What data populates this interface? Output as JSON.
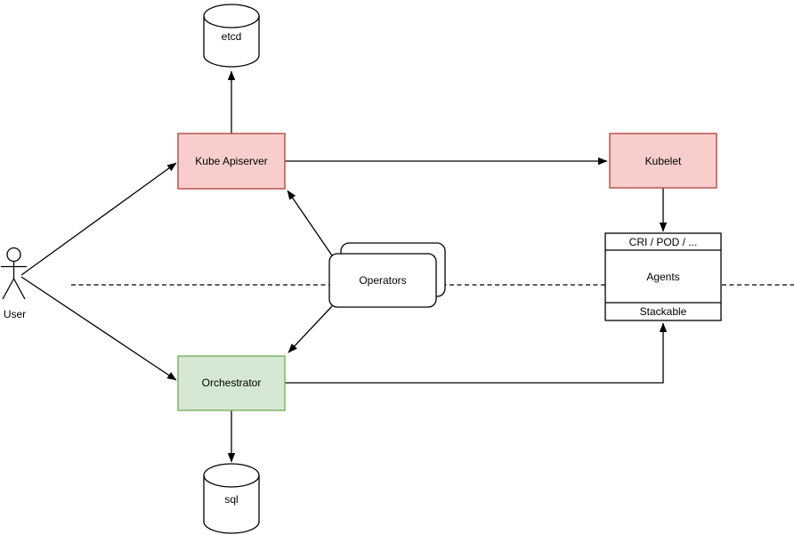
{
  "diagram": {
    "nodes": {
      "etcd": {
        "label": "etcd",
        "shape": "database-cylinder"
      },
      "kube_apiserver": {
        "label": "Kube Apiserver",
        "shape": "rectangle",
        "fill": "#f8cecc",
        "stroke": "#b85450"
      },
      "kubelet": {
        "label": "Kubelet",
        "shape": "rectangle",
        "fill": "#f8cecc",
        "stroke": "#b85450"
      },
      "operators": {
        "label": "Operators",
        "shape": "stacked-rounded-rectangles"
      },
      "agents": {
        "header": "CRI / POD / ...",
        "body": "Agents",
        "footer": "Stackable",
        "shape": "sectioned-box"
      },
      "orchestrator": {
        "label": "Orchestrator",
        "shape": "rectangle",
        "fill": "#d5e8d4",
        "stroke": "#82b366"
      },
      "sql": {
        "label": "sql",
        "shape": "database-cylinder"
      },
      "user": {
        "label": "User",
        "shape": "actor"
      }
    },
    "edges": [
      {
        "from": "user",
        "to": "kube_apiserver",
        "style": "solid-arrow"
      },
      {
        "from": "user",
        "to": "orchestrator",
        "style": "solid-arrow"
      },
      {
        "from": "kube_apiserver",
        "to": "etcd",
        "style": "solid-arrow"
      },
      {
        "from": "kube_apiserver",
        "to": "kubelet",
        "style": "solid-arrow"
      },
      {
        "from": "kubelet",
        "to": "agents",
        "style": "solid-arrow"
      },
      {
        "from": "operators",
        "to": "kube_apiserver",
        "style": "solid-arrow"
      },
      {
        "from": "operators",
        "to": "orchestrator",
        "style": "solid-arrow"
      },
      {
        "from": "orchestrator",
        "to": "agents",
        "style": "solid-arrow"
      },
      {
        "from": "orchestrator",
        "to": "sql",
        "style": "solid-arrow"
      }
    ],
    "separator": {
      "style": "dashed-horizontal-line"
    },
    "colors": {
      "red_fill": "#f8cecc",
      "red_stroke": "#b85450",
      "green_fill": "#d5e8d4",
      "green_stroke": "#82b366",
      "white_fill": "#ffffff",
      "line": "#000000",
      "background": "#ffffff"
    }
  }
}
